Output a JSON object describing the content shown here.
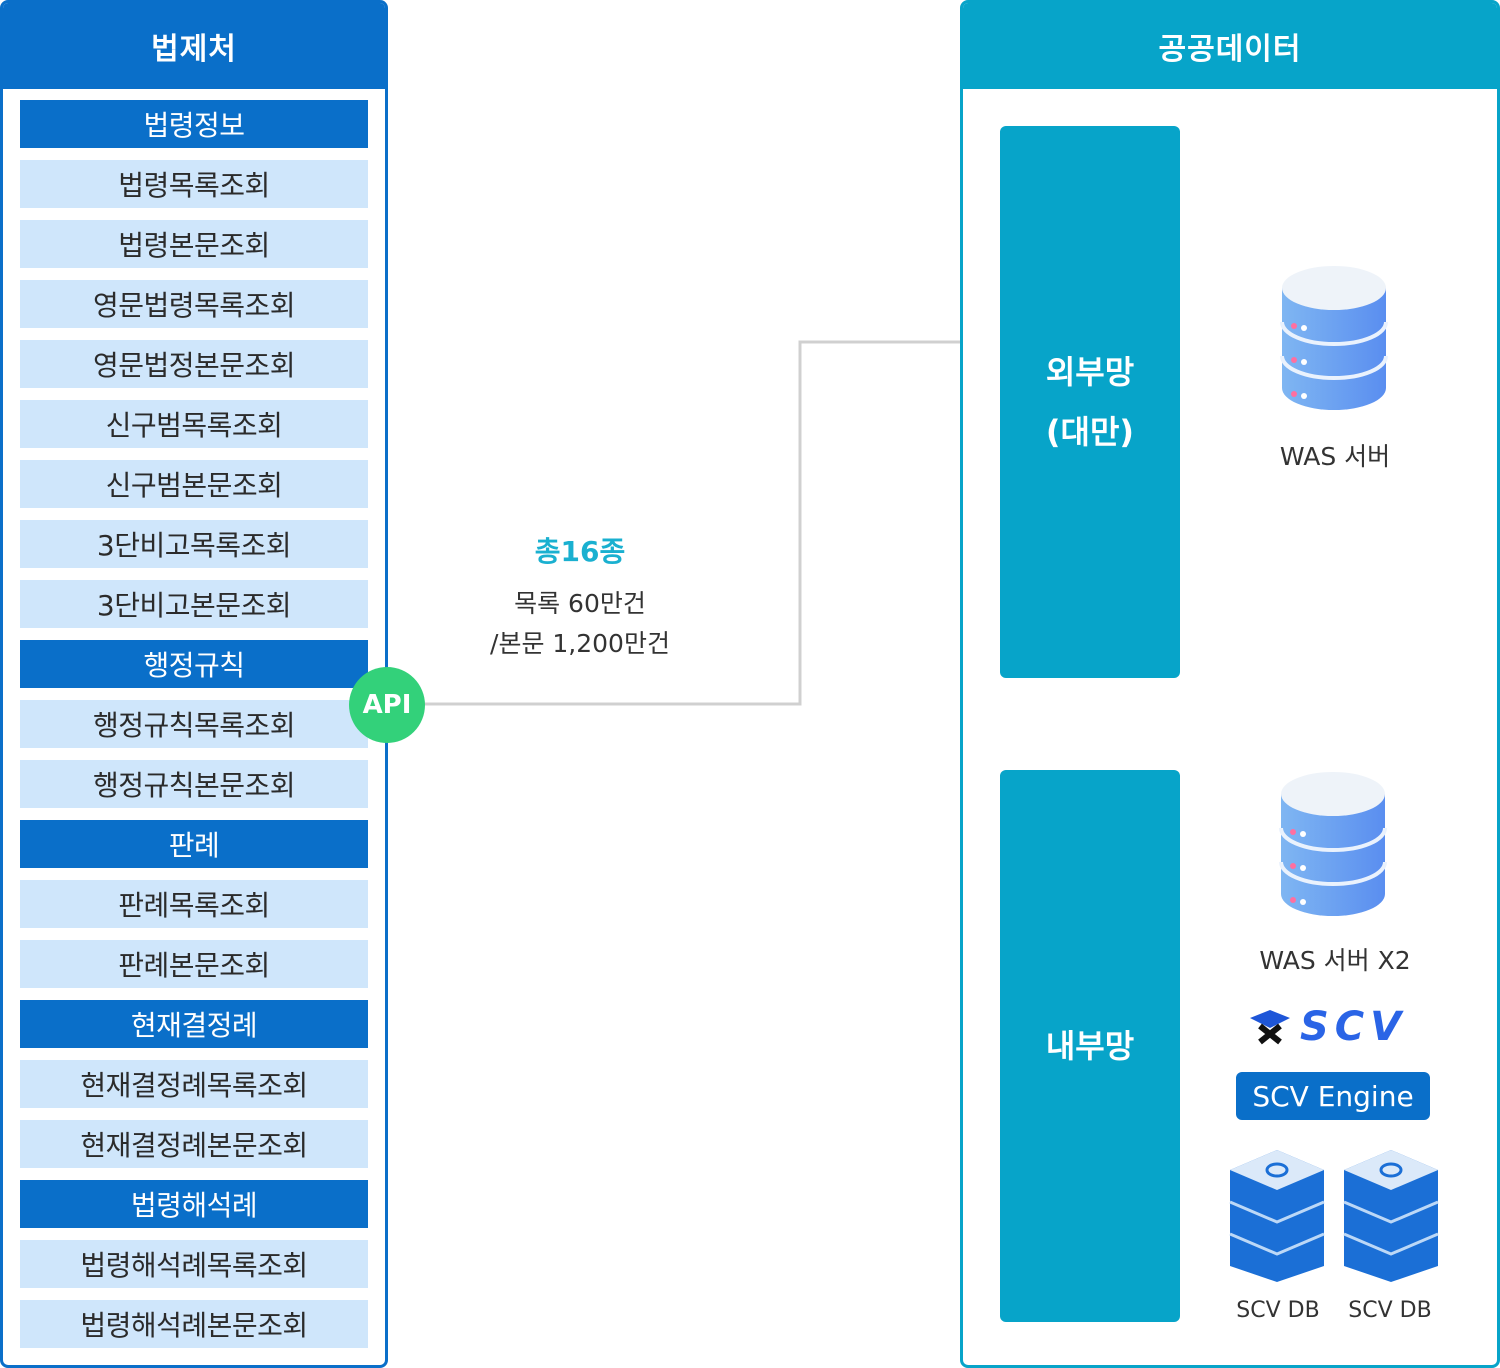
{
  "source": {
    "title": "법제처",
    "items": [
      {
        "label": "법령정보",
        "type": "category"
      },
      {
        "label": "법령목록조회",
        "type": "item"
      },
      {
        "label": "법령본문조회",
        "type": "item"
      },
      {
        "label": "영문법령목록조회",
        "type": "item"
      },
      {
        "label": "영문법정본문조회",
        "type": "item"
      },
      {
        "label": "신구범목록조회",
        "type": "item"
      },
      {
        "label": "신구범본문조회",
        "type": "item"
      },
      {
        "label": "3단비고목록조회",
        "type": "item"
      },
      {
        "label": "3단비고본문조회",
        "type": "item"
      },
      {
        "label": "행정규칙",
        "type": "category"
      },
      {
        "label": "행정규칙목록조회",
        "type": "item"
      },
      {
        "label": "행정규칙본문조회",
        "type": "item"
      },
      {
        "label": "판례",
        "type": "category"
      },
      {
        "label": "판례목록조회",
        "type": "item"
      },
      {
        "label": "판례본문조회",
        "type": "item"
      },
      {
        "label": "현재결정례",
        "type": "category"
      },
      {
        "label": "현재결정례목록조회",
        "type": "item"
      },
      {
        "label": "현재결정례본문조회",
        "type": "item"
      },
      {
        "label": "법령해석례",
        "type": "category"
      },
      {
        "label": "법령해석례목록조회",
        "type": "item"
      },
      {
        "label": "법령해석례본문조회",
        "type": "item"
      }
    ]
  },
  "connector": {
    "api_label": "API",
    "total": "총16종",
    "count_line1": "목록 60만건",
    "count_line2": "/본문 1,200만건"
  },
  "target": {
    "title": "공공데이터",
    "external_zone": {
      "line1": "외부망",
      "line2": "(대만)"
    },
    "internal_zone": "내부망",
    "was_server": "WAS 서버",
    "was_server_x2": "WAS 서버 X2",
    "scv_logo": "SCV",
    "scv_engine": "SCV Engine",
    "db1": "SCV DB",
    "db2": "SCV DB"
  },
  "colors": {
    "source_blue": "#0a6fc9",
    "item_light": "#cfe6fb",
    "target_teal": "#07a4c9",
    "api_green": "#33d17a",
    "total_cyan": "#1ab0d0"
  }
}
